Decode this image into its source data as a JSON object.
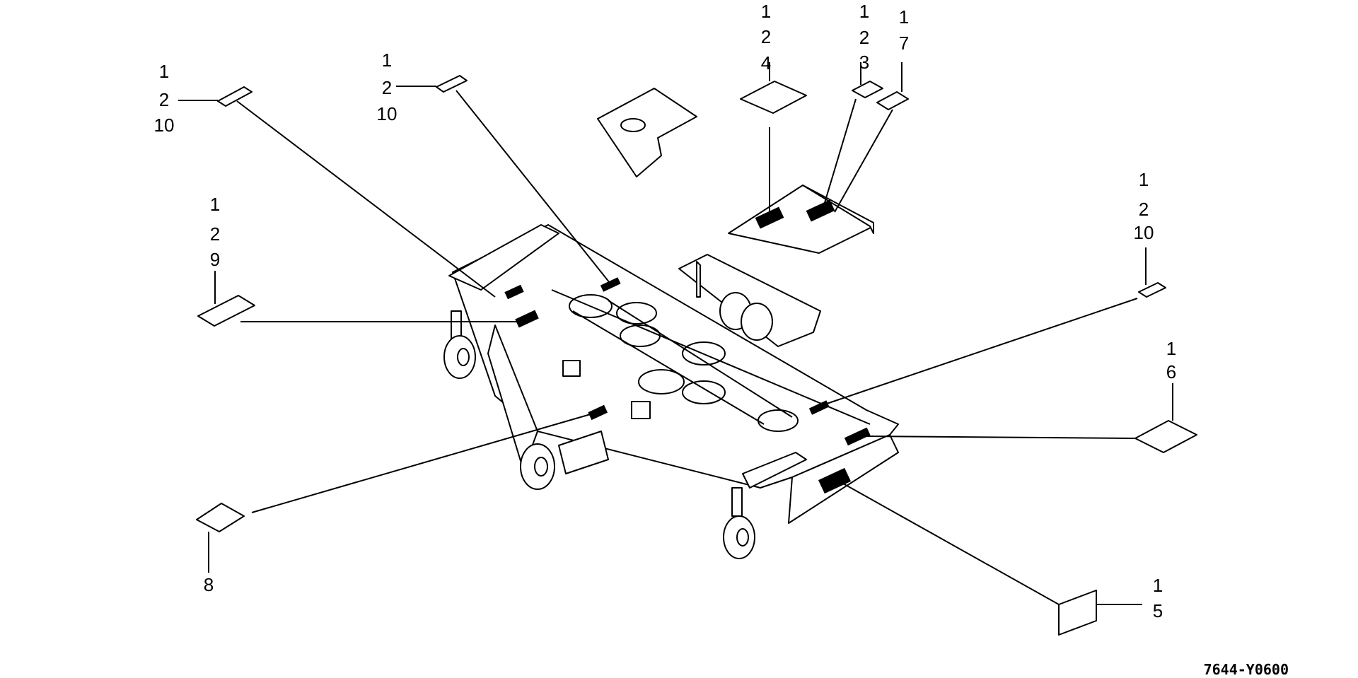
{
  "callouts": [
    {
      "id": "c1",
      "lines": [
        "1",
        "2",
        "10"
      ]
    },
    {
      "id": "c2",
      "lines": [
        "1",
        "2",
        "10"
      ]
    },
    {
      "id": "c3",
      "lines": [
        "1",
        "2",
        "4"
      ]
    },
    {
      "id": "c4",
      "lines": [
        "1",
        "2",
        "3"
      ]
    },
    {
      "id": "c5",
      "lines": [
        "1",
        "7"
      ]
    },
    {
      "id": "c6",
      "lines": [
        "1",
        "2",
        "9"
      ]
    },
    {
      "id": "c7",
      "lines": [
        "1",
        "2",
        "10"
      ]
    },
    {
      "id": "c8",
      "lines": [
        "1",
        "6"
      ]
    },
    {
      "id": "c9",
      "lines": [
        "8"
      ]
    },
    {
      "id": "c10",
      "lines": [
        "1",
        "5"
      ]
    }
  ],
  "diagram_code": "7644-Y0600"
}
